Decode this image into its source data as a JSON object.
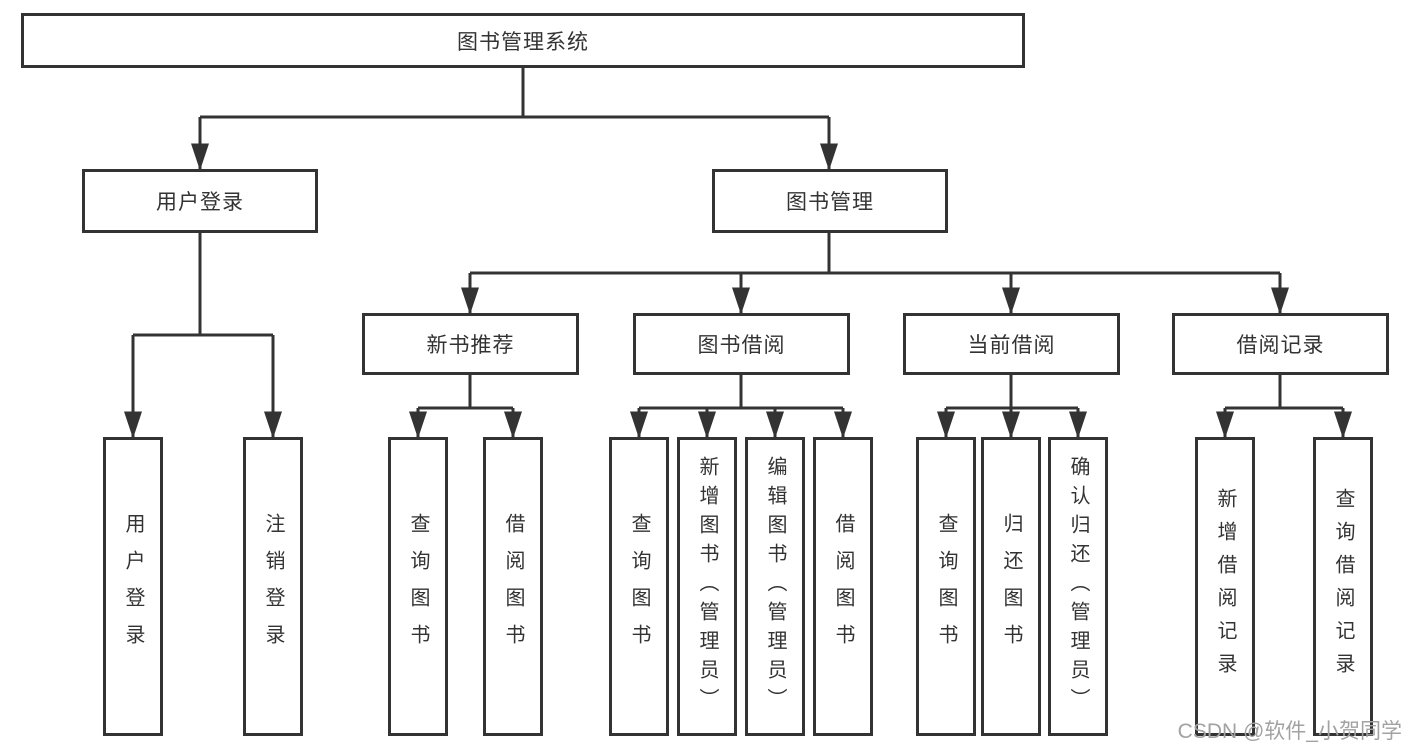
{
  "colors": {
    "line": "#333333",
    "box_border": "#333333",
    "text": "#333333",
    "background": "#ffffff",
    "watermark_text": "#a2a2a2"
  },
  "diagram": {
    "root": {
      "label": "图书管理系统"
    },
    "level2": [
      {
        "label": "用户登录"
      },
      {
        "label": "图书管理"
      }
    ],
    "level3": [
      {
        "label": "新书推荐"
      },
      {
        "label": "图书借阅"
      },
      {
        "label": "当前借阅"
      },
      {
        "label": "借阅记录"
      }
    ],
    "leaves": [
      {
        "label": "用户登录"
      },
      {
        "label": "注销登录"
      },
      {
        "label": "查询图书"
      },
      {
        "label": "借阅图书"
      },
      {
        "label": "查询图书"
      },
      {
        "label": "新增图书（管理员）"
      },
      {
        "label": "编辑图书（管理员）"
      },
      {
        "label": "借阅图书"
      },
      {
        "label": "查询图书"
      },
      {
        "label": "归还图书"
      },
      {
        "label": "确认归还（管理员）"
      },
      {
        "label": "新增借阅记录"
      },
      {
        "label": "查询借阅记录"
      }
    ],
    "watermark": "CSDN @软件_小贺同学"
  }
}
